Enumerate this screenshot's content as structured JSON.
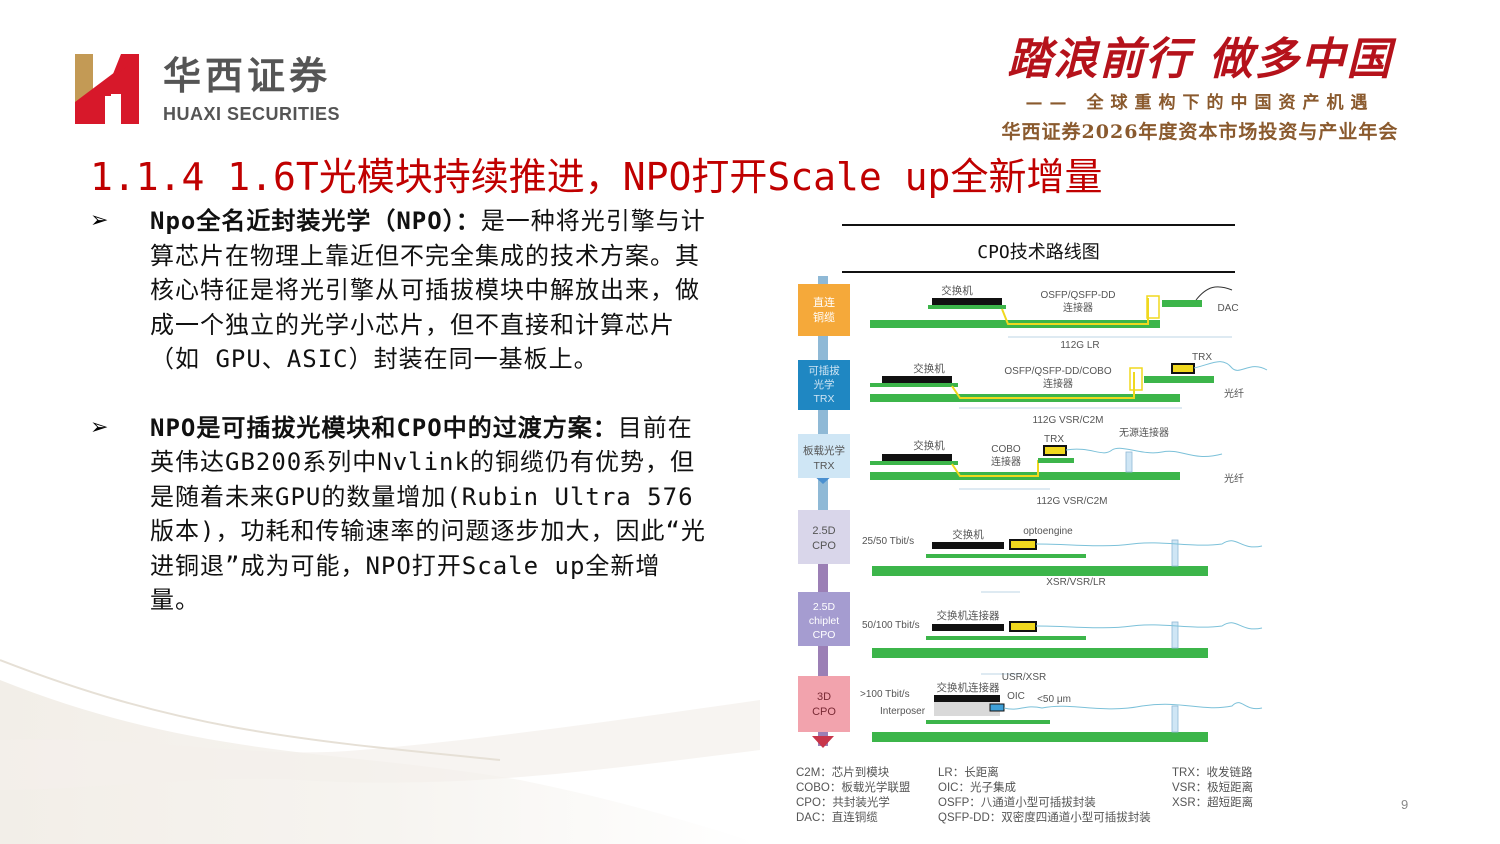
{
  "brand": {
    "name_cn": "华西证券",
    "name_en": "HUAXI SECURITIES",
    "colors": {
      "gold": "#c39a55",
      "red": "#d7182a",
      "gray": "#555555"
    }
  },
  "slogan": {
    "main": "踏浪前行 做多中国",
    "sub": "—— 全球重构下的中国资产机遇",
    "event": "华西证券2026年度资本市场投资与产业年会",
    "colors": {
      "main": "#b5121b",
      "sub": "#8a5a2e"
    }
  },
  "slide": {
    "title": "1.1.4 1.6T光模块持续推进，NPO打开Scale up全新增量",
    "title_color": "#c00000",
    "page_number": "9",
    "bullets": [
      {
        "marker": "➢",
        "bold": "Npo全名近封装光学（NPO）：",
        "text": "是一种将光引擎与计算芯片在物理上靠近但不完全集成的技术方案。其核心特征是将光引擎从可插拔模块中解放出来，做成一个独立的光学小芯片，但不直接和计算芯片（如 GPU、ASIC）封装在同一基板上。"
      },
      {
        "marker": "➢",
        "bold": "NPO是可插拔光模块和CPO中的过渡方案：",
        "text": "目前在英伟达GB200系列中Nvlink的铜缆仍有优势，但是随着未来GPU的数量增加(Rubin Ultra 576版本)，功耗和传输速率的问题逐步加大，因此“光进铜退”成为可能，NPO打开Scale up全新增量。"
      }
    ]
  },
  "figure": {
    "title": "CPO技术路线图",
    "stages": [
      {
        "label": "直连\n铜缆",
        "color": "#f5a93a"
      },
      {
        "label": "可插拔\n光学\nTRX",
        "color": "#1f87c2"
      },
      {
        "label": "板载光学\nTRX",
        "color": "#cfe6f5"
      },
      {
        "label": "2.5D\nCPO",
        "color": "#d9d6ea"
      },
      {
        "label": "2.5D\nchiplet\nCPO",
        "color": "#a59cd0"
      },
      {
        "label": "3D\nCPO",
        "color": "#f2a3ad"
      }
    ],
    "rows": [
      {
        "switch": "交换机",
        "connector": "OSFP/QSFP-DD\n连接器",
        "end": "DAC",
        "span": "112G LR"
      },
      {
        "switch": "交换机",
        "connector": "OSFP/QSFP-DD/COBO\n连接器",
        "module": "TRX",
        "end": "光纤",
        "span": "112G VSR/C2M"
      },
      {
        "switch": "交换机",
        "connector": "COBO\n连接器",
        "module": "TRX",
        "passive": "无源连接器",
        "end": "光纤",
        "span": "112G VSR/C2M"
      },
      {
        "rate": "25/50 Tbit/s",
        "switch": "交换机",
        "module": "optoengine",
        "span": "XSR/VSR/LR"
      },
      {
        "rate": "50/100 Tbit/s",
        "switch": "交换机连接器",
        "span": "USR/XSR"
      },
      {
        "rate": ">100 Tbit/s",
        "switch": "交换机连接器",
        "interposer": "Interposer",
        "module": "OIC",
        "gap": "<50 μm"
      }
    ],
    "legend": [
      [
        "C2M：芯片到模块",
        "COBO：板载光学联盟",
        "CPO：共封装光学",
        "DAC：直连铜缆"
      ],
      [
        "LR：长距离",
        "OIC：光子集成",
        "OSFP：八通道小型可插拔封装",
        "QSFP-DD：双密度四通道小型可插拔封装"
      ],
      [
        "TRX：收发链路",
        "VSR：极短距离",
        "XSR：超短距离"
      ]
    ]
  }
}
